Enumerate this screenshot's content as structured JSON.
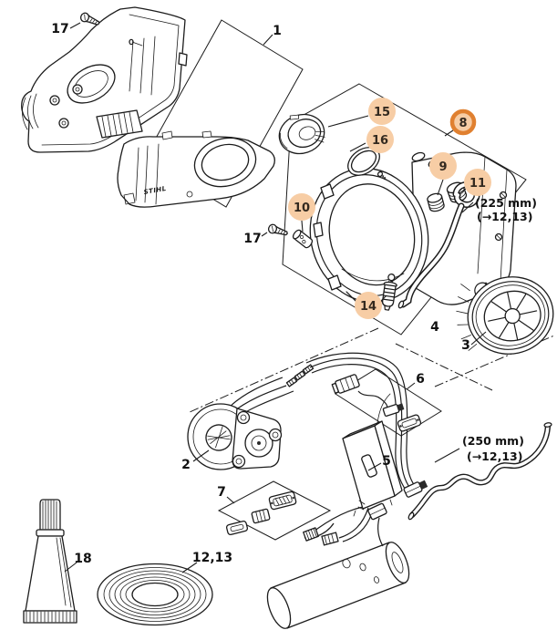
{
  "colors": {
    "background": "#ffffff",
    "line": "#1c1c1c",
    "callout_fill": "#f7cda5",
    "callout_ring": "#e08030",
    "callout_number": "#33291f",
    "label_text": "#111111"
  },
  "brand_marking": "STIHL",
  "labels": {
    "item17_top": "17",
    "item1": "1",
    "item17_side": "17",
    "item4": "4",
    "item3": "3",
    "item6": "6",
    "item2": "2",
    "item5": "5",
    "item7": "7",
    "item18": "18",
    "item12_13": "12,13"
  },
  "callouts": {
    "c15": "15",
    "c16": "16",
    "c8": "8",
    "c9": "9",
    "c11": "11",
    "c10": "10",
    "c14": "14"
  },
  "dimensions": {
    "hose_upper_length": "(225 mm)",
    "hose_upper_ref": "(→12,13)",
    "hose_lower_length": "(250 mm)",
    "hose_lower_ref": "(→12,13)"
  }
}
